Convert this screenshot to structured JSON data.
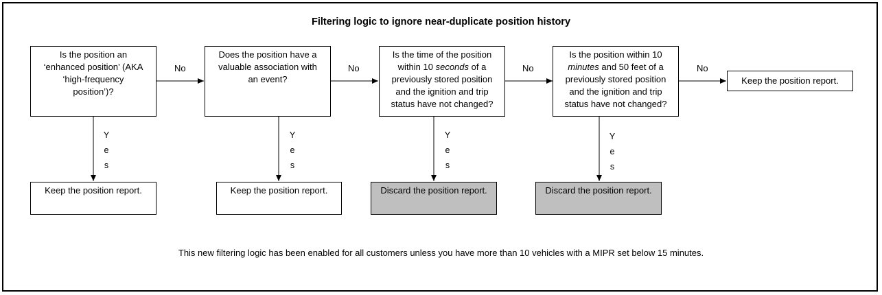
{
  "title": "Filtering logic to ignore near-duplicate position history",
  "questions": [
    {
      "lines": [
        "Is the position an",
        "‘enhanced position’ (AKA",
        "‘high-frequency",
        "position’)?"
      ]
    },
    {
      "lines": [
        "Does the position have a",
        "valuable association with",
        "an event?"
      ]
    },
    {
      "lines": [
        "Is the time of the position",
        "within 10 seconds of a",
        "previously stored position",
        "and the ignition and trip",
        "status have not changed?"
      ]
    },
    {
      "lines": [
        "Is the position within 10",
        "minutes and 50 feet of a",
        "previously stored position",
        "and the ignition and trip",
        "status have not changed?"
      ]
    }
  ],
  "outcomes": [
    {
      "text": "Keep the position report.",
      "style": "keep"
    },
    {
      "text": "Keep the position report.",
      "style": "keep"
    },
    {
      "text": "Discard the position report.",
      "style": "discard"
    },
    {
      "text": "Discard the position report.",
      "style": "discard"
    }
  ],
  "final_outcome": "Keep the position report.",
  "no_label": "No",
  "yes_letters": [
    "Y",
    "e",
    "s"
  ],
  "footer": "This new filtering logic has been enabled for all customers unless you have more than 10 vehicles with a MIPR set below 15 minutes."
}
